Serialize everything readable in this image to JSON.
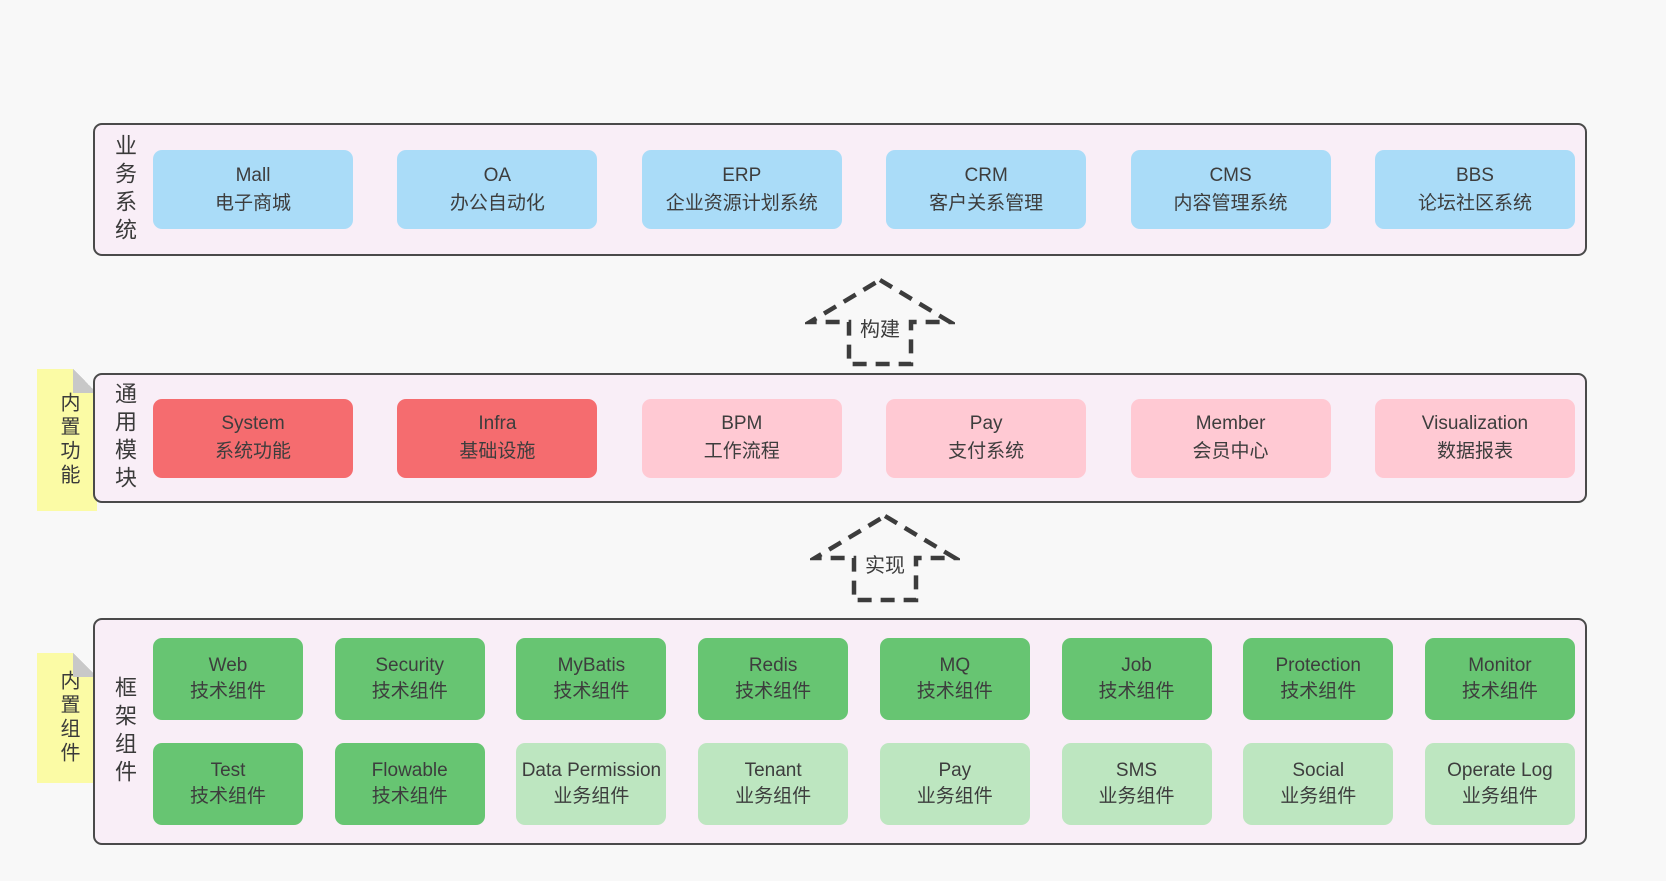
{
  "palette": {
    "page_background": "#f8f8f8",
    "container_fill": "#f9eef7",
    "container_border": "#4a4a4a",
    "business_box": "#aadcf8",
    "core_module_box": "#f56c6f",
    "optional_module_box": "#ffc9d3",
    "tech_component_box": "#67c572",
    "biz_component_box": "#bde6c0",
    "sticky_note": "#fbfba5",
    "sticky_fold": "#c8c8c8",
    "text": "#3d3d3d"
  },
  "arrows": {
    "build": {
      "label": "构建"
    },
    "implement": {
      "label": "实现"
    }
  },
  "stickies": {
    "functions": {
      "label": "内置功能"
    },
    "components": {
      "label": "内置组件"
    }
  },
  "layers": {
    "business": {
      "label": "业务系统",
      "boxes": [
        {
          "name": "Mall",
          "desc": "电子商城",
          "type": "blue"
        },
        {
          "name": "OA",
          "desc": "办公自动化",
          "type": "blue"
        },
        {
          "name": "ERP",
          "desc": "企业资源计划系统",
          "type": "blue"
        },
        {
          "name": "CRM",
          "desc": "客户关系管理",
          "type": "blue"
        },
        {
          "name": "CMS",
          "desc": "内容管理系统",
          "type": "blue"
        },
        {
          "name": "BBS",
          "desc": "论坛社区系统",
          "type": "blue"
        }
      ]
    },
    "modules": {
      "label": "通用模块",
      "boxes": [
        {
          "name": "System",
          "desc": "系统功能",
          "type": "red"
        },
        {
          "name": "Infra",
          "desc": "基础设施",
          "type": "red"
        },
        {
          "name": "BPM",
          "desc": "工作流程",
          "type": "pink"
        },
        {
          "name": "Pay",
          "desc": "支付系统",
          "type": "pink"
        },
        {
          "name": "Member",
          "desc": "会员中心",
          "type": "pink"
        },
        {
          "name": "Visualization",
          "desc": "数据报表",
          "type": "pink"
        }
      ]
    },
    "framework": {
      "label": "框架组件",
      "row1": [
        {
          "name": "Web",
          "desc": "技术组件",
          "type": "green"
        },
        {
          "name": "Security",
          "desc": "技术组件",
          "type": "green"
        },
        {
          "name": "MyBatis",
          "desc": "技术组件",
          "type": "green"
        },
        {
          "name": "Redis",
          "desc": "技术组件",
          "type": "green"
        },
        {
          "name": "MQ",
          "desc": "技术组件",
          "type": "green"
        },
        {
          "name": "Job",
          "desc": "技术组件",
          "type": "green"
        },
        {
          "name": "Protection",
          "desc": "技术组件",
          "type": "green"
        },
        {
          "name": "Monitor",
          "desc": "技术组件",
          "type": "green"
        }
      ],
      "row2": [
        {
          "name": "Test",
          "desc": "技术组件",
          "type": "green"
        },
        {
          "name": "Flowable",
          "desc": "技术组件",
          "type": "green"
        },
        {
          "name": "Data Permission",
          "desc": "业务组件",
          "type": "lightgreen"
        },
        {
          "name": "Tenant",
          "desc": "业务组件",
          "type": "lightgreen"
        },
        {
          "name": "Pay",
          "desc": "业务组件",
          "type": "lightgreen"
        },
        {
          "name": "SMS",
          "desc": "业务组件",
          "type": "lightgreen"
        },
        {
          "name": "Social",
          "desc": "业务组件",
          "type": "lightgreen"
        },
        {
          "name": "Operate Log",
          "desc": "业务组件",
          "type": "lightgreen"
        }
      ]
    }
  }
}
